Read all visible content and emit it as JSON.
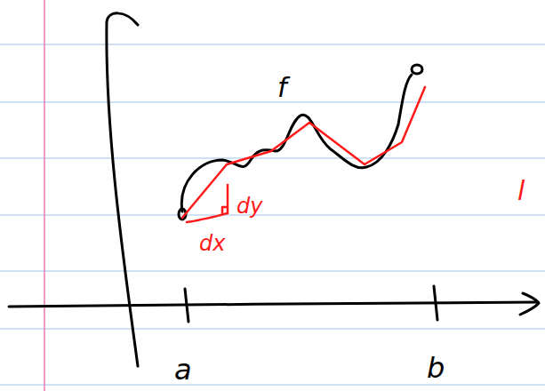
{
  "diagram": {
    "labels": [
      "f",
      "dy",
      "dx",
      "a",
      "b",
      "l"
    ]
  }
}
